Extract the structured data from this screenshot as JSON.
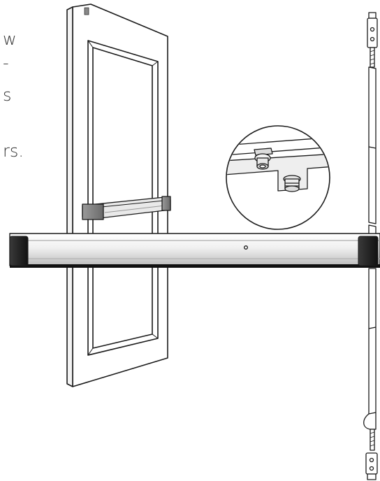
{
  "text_fragments": [
    "w",
    "-",
    "s",
    "rs."
  ],
  "colors": {
    "line": "#1a1a1a",
    "bar_face": "#f2f2f2",
    "bar_shade": "#c9c9c9",
    "end_cap": "#222222",
    "background": "#ffffff"
  },
  "icons": [
    "exit-device-door-illustration",
    "vertical-rod-illustration",
    "latch-detail-callout"
  ]
}
